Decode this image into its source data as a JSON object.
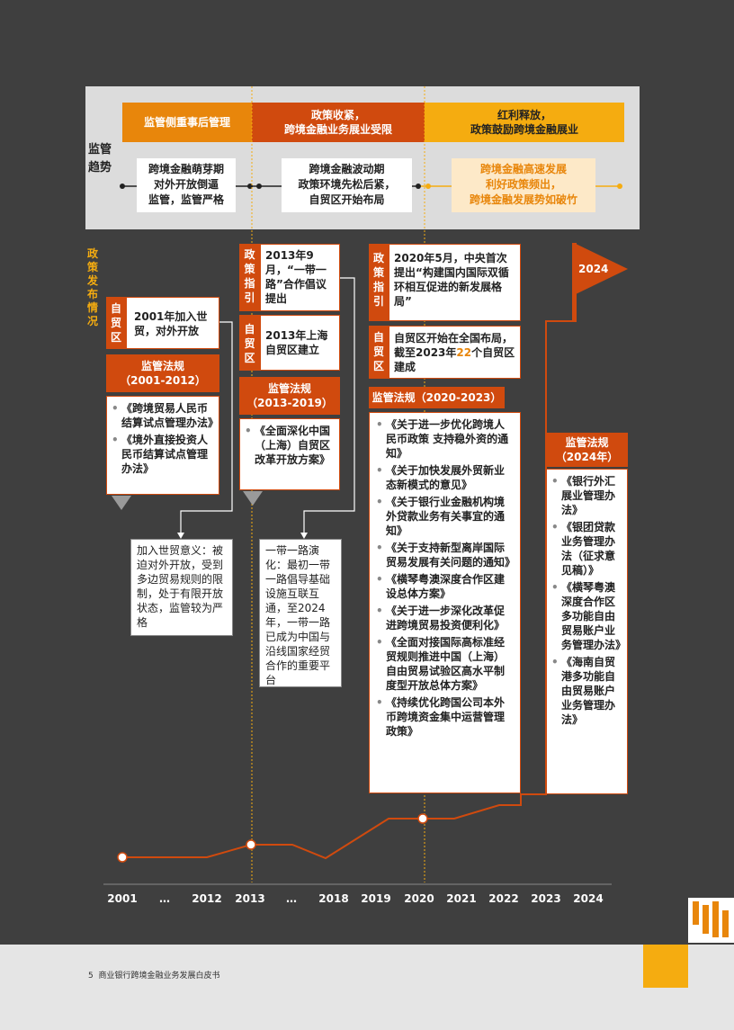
{
  "trend": {
    "label": "监管趋势",
    "headers": [
      "监管侧重事后管理",
      "政策收紧，\n跨境金融业务展业受限",
      "红利释放，\n政策鼓励跨境金融展业"
    ],
    "phases": [
      {
        "title": "跨境金融萌芽期",
        "body": "对外开放倒逼\n监管，监管严格"
      },
      {
        "title": "跨境金融波动期",
        "body": "政策环境先松后紧，\n自贸区开始布局"
      },
      {
        "title": "跨境金融高速发展",
        "body": "利好政策频出，\n跨境金融发展势如破竹"
      }
    ]
  },
  "policy_label": "政策发布情况",
  "col2001": {
    "tag": "自贸区",
    "text": "2001年加入世贸，对外开放",
    "reg_title": "监管法规\n（2001-2012）",
    "regs": [
      "《跨境贸易人民币结算试点管理办法》",
      "《境外直接投资人民币结算试点管理办法》"
    ],
    "note": "加入世贸意义：被迫对外开放，受到多边贸易规则的限制，处于有限开放状态，监管较为严格"
  },
  "col2013": {
    "tag1": "政策指引",
    "text1": "2013年9月，“一带一路”合作倡议提出",
    "tag2": "自贸区",
    "text2": "2013年上海自贸区建立",
    "reg_title": "监管法规\n（2013-2019）",
    "regs": [
      "《全面深化中国（上海）自贸区改革开放方案》"
    ],
    "note": "一带一路演化：最初一带一路倡导基础设施互联互通，至2024年，一带一路已成为中国与沿线国家经贸合作的重要平台"
  },
  "col2020": {
    "tag1": "政策指引",
    "text1": "2020年5月，中央首次提出“构建国内国际双循环相互促进的新发展格局”",
    "tag2": "自贸区",
    "text2a": "自贸区开始在全国布局，截至2023年",
    "text2num": "22",
    "text2b": "个自贸区建成",
    "reg_title": "监管法规（2020-2023）",
    "regs": [
      "《关于进一步优化跨境人民币政策 支持稳外资的通知》",
      "《关于加快发展外贸新业态新模式的意见》",
      "《关于银行业金融机构境外贷款业务有关事宜的通知》",
      "《关于支持新型离岸国际贸易发展有关问题的通知》",
      "《横琴粤澳深度合作区建设总体方案》",
      "《关于进一步深化改革促进跨境贸易投资便利化》",
      "《全面对接国际高标准经贸规则推进中国（上海）自由贸易试验区高水平制度型开放总体方案》",
      "《持续优化跨国公司本外币跨境资金集中运营管理政策》"
    ]
  },
  "col2024": {
    "flag": "2024",
    "reg_title": "监管法规\n（2024年）",
    "regs": [
      "《银行外汇展业管理办法》",
      "《银团贷款业务管理办法（征求意见稿）》",
      "《横琴粤澳深度合作区多功能自由贸易账户业务管理办法》",
      "《海南自贸港多功能自由贸易账户业务管理办法》"
    ]
  },
  "years": [
    "2001",
    "…",
    "2012",
    "2013",
    "…",
    "2018",
    "2019",
    "2020",
    "2021",
    "2022",
    "2023",
    "2024"
  ],
  "footer": {
    "page": "5",
    "title": "商业银行跨境金融业务发展白皮书"
  },
  "colors": {
    "orange": "#e8860b",
    "red": "#d04a0e",
    "yellow": "#f5ac10",
    "bg": "#3f3f3f"
  }
}
